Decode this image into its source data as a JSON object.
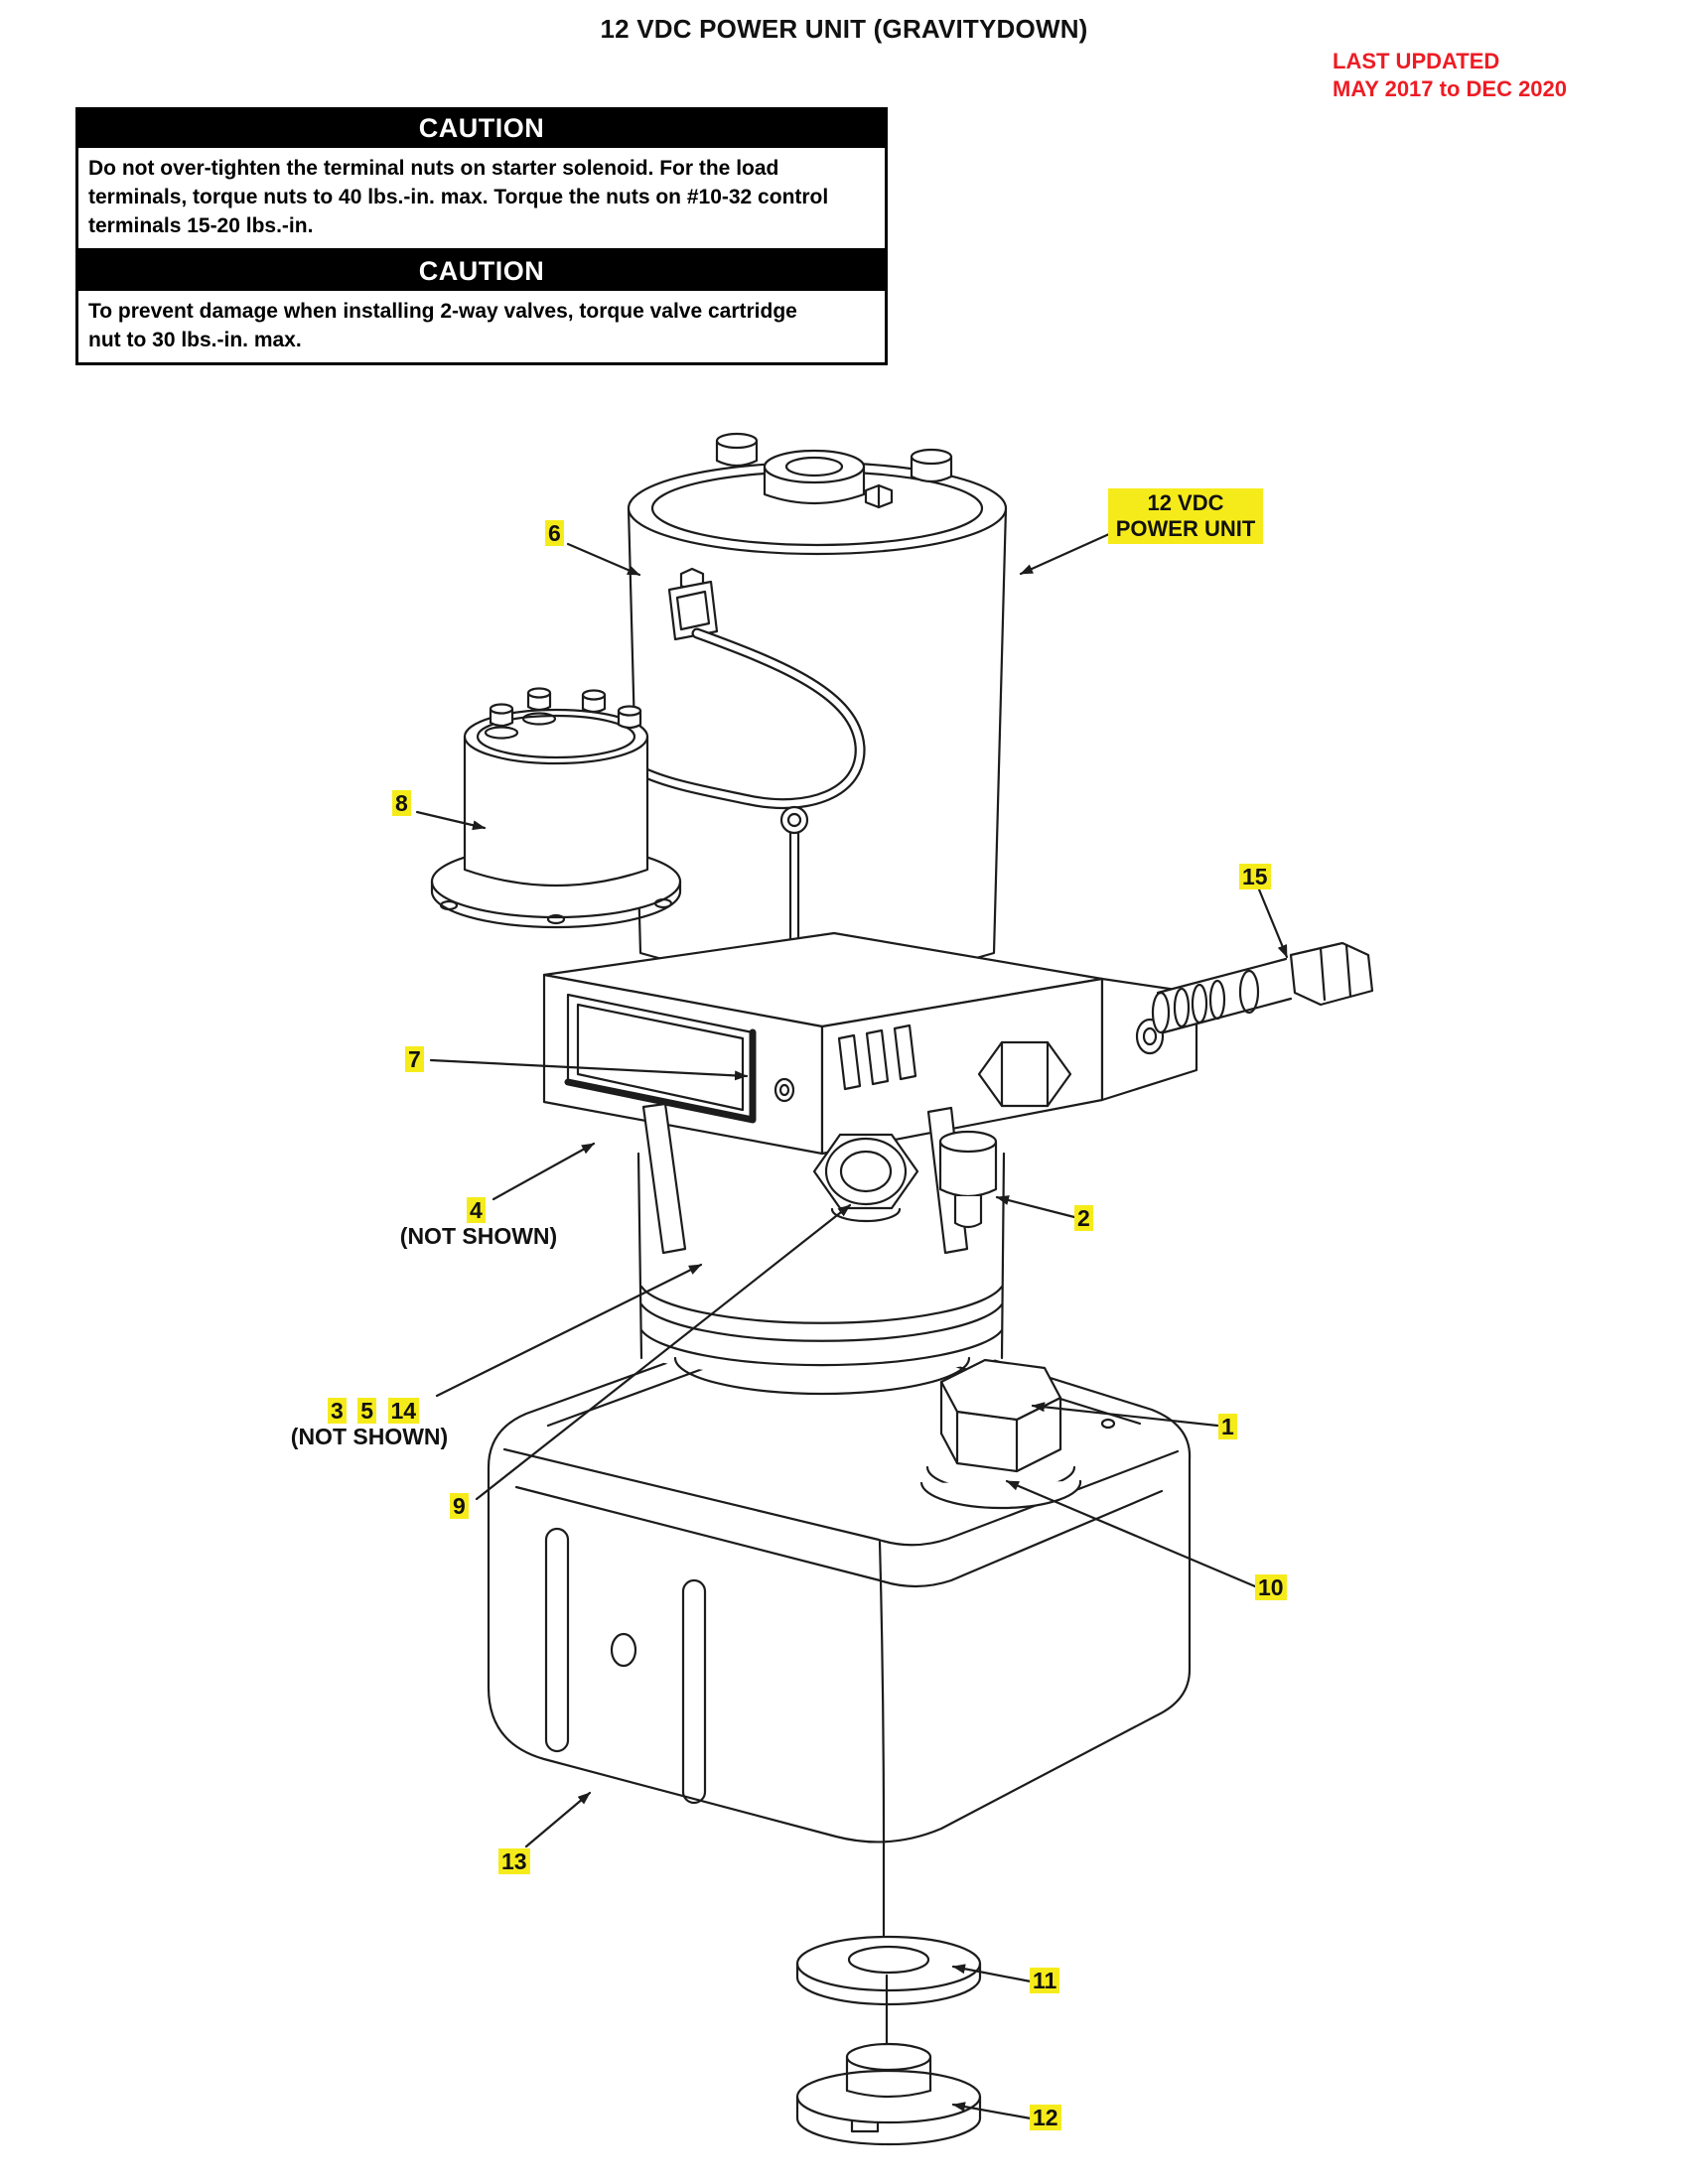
{
  "page": {
    "title": "12 VDC POWER UNIT (GRAVITYDOWN)",
    "last_updated": {
      "line1": "LAST UPDATED",
      "line2": "MAY 2017 to DEC 2020"
    }
  },
  "cautions": [
    {
      "header": "CAUTION",
      "lines": [
        "Do not over-tighten the terminal nuts on starter solenoid. For the load",
        "terminals, torque nuts to 40 lbs.-in. max. Torque the nuts on #10-32 control",
        "terminals 15-20 lbs.-in."
      ]
    },
    {
      "header": "CAUTION",
      "lines": [
        "To prevent damage when installing 2-way valves, torque valve cartridge",
        "nut to 30 lbs.-in. max."
      ]
    }
  ],
  "diagram": {
    "unit_label": {
      "line1": "12 VDC",
      "line2": "POWER UNIT"
    },
    "not_shown_note": "(NOT SHOWN)",
    "callouts": {
      "c1": "1",
      "c2": "2",
      "c3": "3",
      "c4": "4",
      "c5": "5",
      "c6": "6",
      "c7": "7",
      "c8": "8",
      "c9": "9",
      "c10": "10",
      "c11": "11",
      "c12": "12",
      "c13": "13",
      "c14": "14",
      "c15": "15"
    },
    "colors": {
      "highlight_yellow": "#f6eb1a",
      "update_red": "#ed1c24",
      "line_black": "#1c1c1c"
    }
  }
}
